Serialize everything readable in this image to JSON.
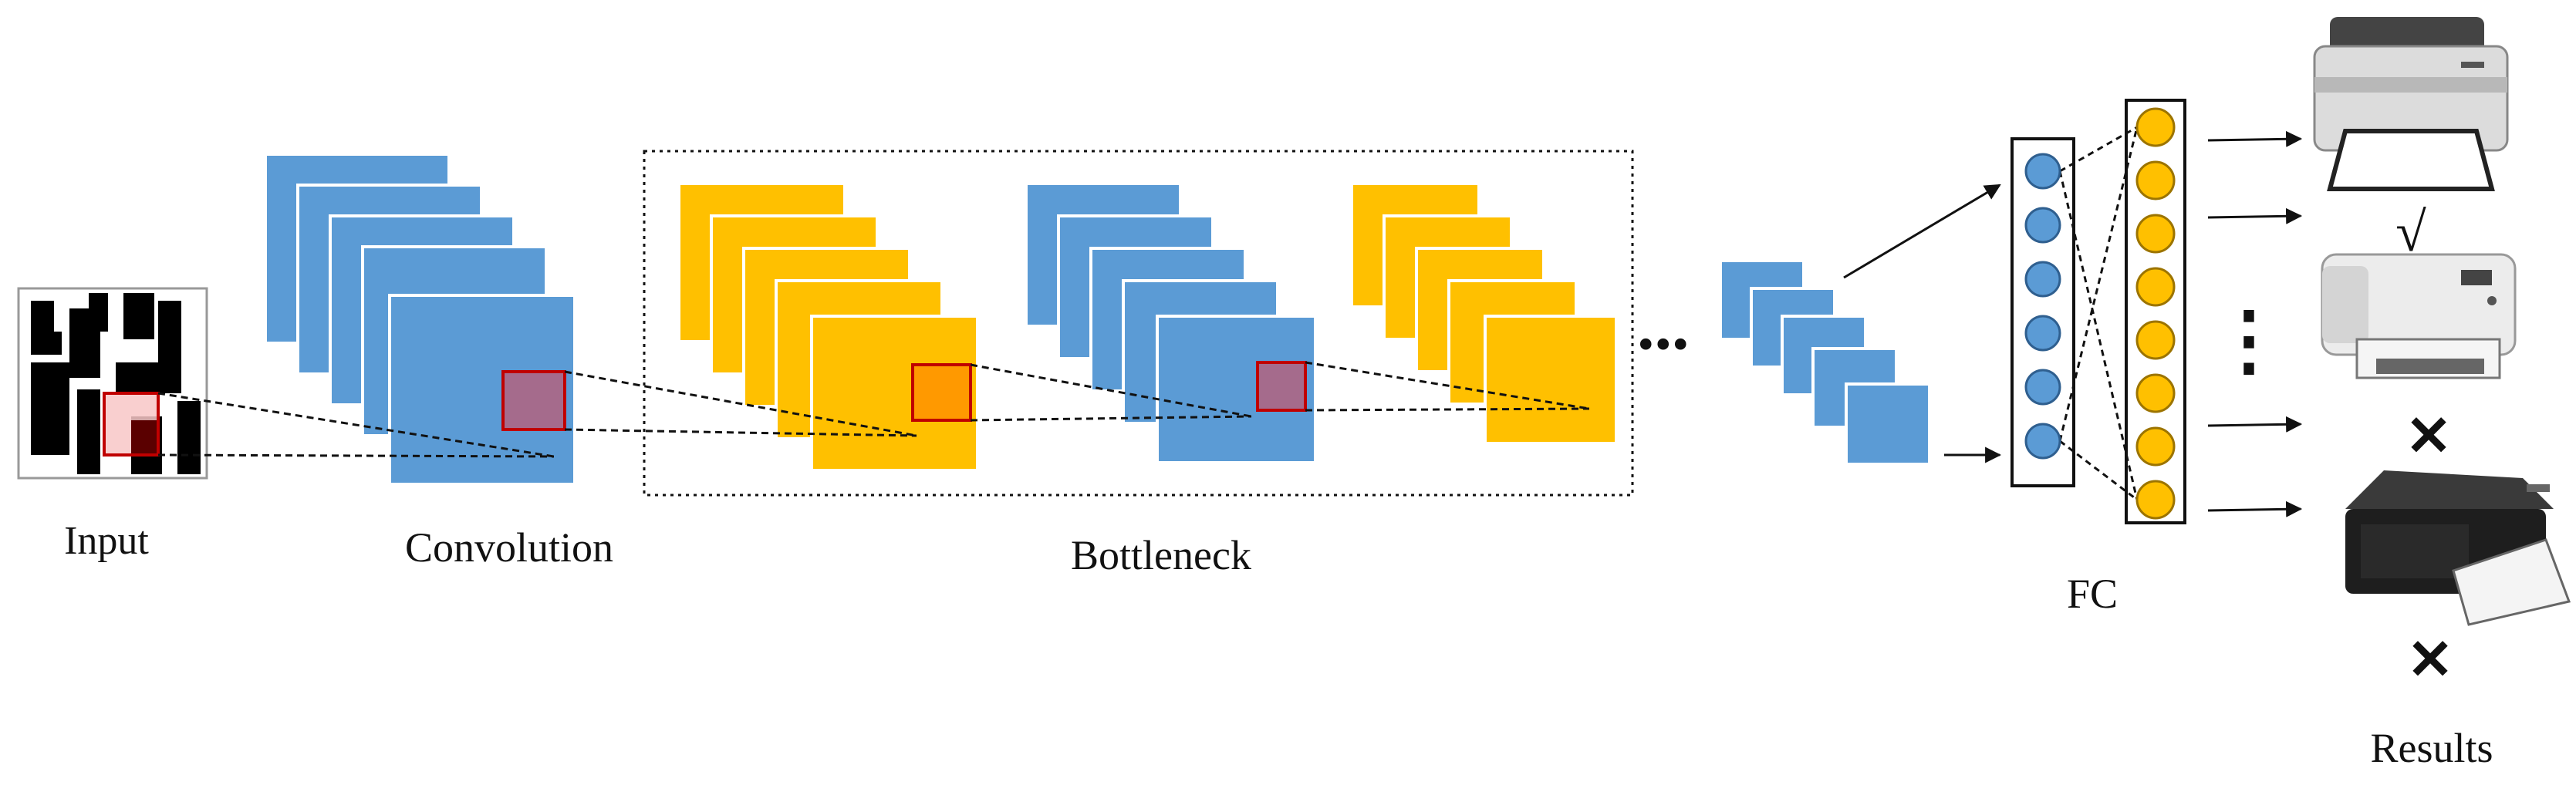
{
  "labels": {
    "input": "Input",
    "convolution": "Convolution",
    "bottleneck": "Bottleneck",
    "fc": "FC",
    "results": "Results"
  },
  "ellipsis": "...",
  "vertical_ellipsis": "⋮",
  "result_marks": {
    "top": "√",
    "middle": "✕",
    "bottom": "✕"
  },
  "colors": {
    "blue": "#5b9bd5",
    "yellow": "#ffc000",
    "orange_highlight": "#ff9900",
    "red_outline": "#c00000",
    "line": "#111111"
  },
  "fc_layers": {
    "blue_neuron_count": 6,
    "yellow_neuron_count": 8
  }
}
